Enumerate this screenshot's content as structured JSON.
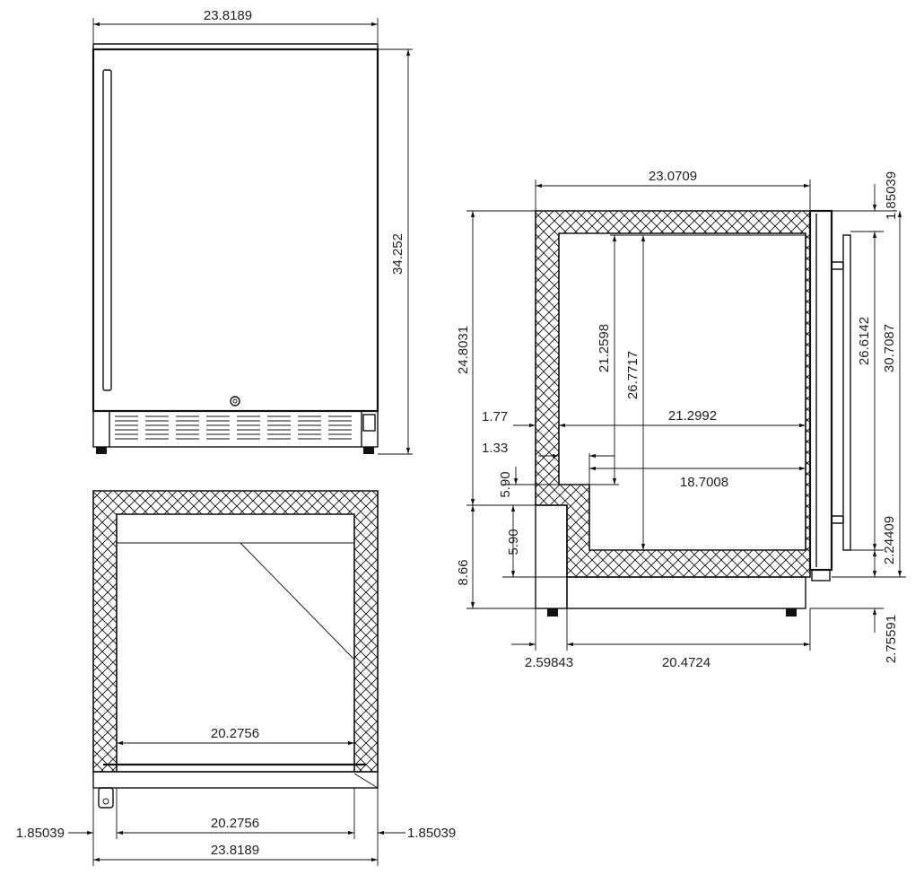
{
  "colors": {
    "line": "#111111",
    "text": "#222222",
    "background": "#ffffff"
  },
  "front_view": {
    "width": "23.8189",
    "height": "34.252"
  },
  "top_view": {
    "inner_width": "20.2756",
    "door_inner_width": "20.2756",
    "side_left": "1.85039",
    "side_right": "1.85039",
    "total_width": "23.8189"
  },
  "side_view": {
    "depth_top": "23.0709",
    "top_thickness": "1.85039",
    "cabinet_height": "24.8031",
    "inner_height_upper": "21.2598",
    "inner_height": "26.7717",
    "left_wall": "1.77",
    "inner_depth_upper": "21.2992",
    "step_offset": "1.33",
    "step_height": "5.90",
    "inner_depth_lower": "18.7008",
    "base_height": "8.66",
    "base_step_height": "5.90",
    "door_height": "26.6142",
    "total_height": "30.7087",
    "door_bottom": "2.24409",
    "leg_height": "2.75591",
    "rear_offset": "2.59843",
    "base_depth": "20.4724"
  }
}
